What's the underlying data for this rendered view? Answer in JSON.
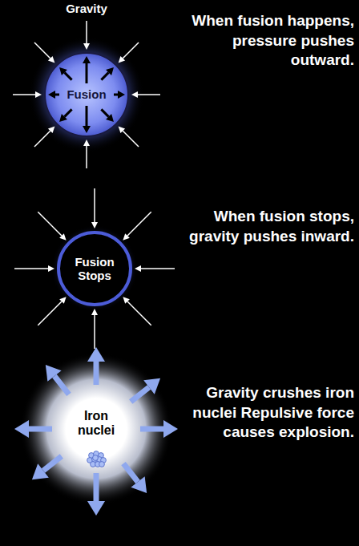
{
  "diagram": {
    "nodes": [
      {
        "text": [
          "Fusion"
        ]
      },
      {
        "text": [
          "Fusion Stops"
        ]
      },
      {
        "text": [
          "Iron nuclei"
        ]
      }
    ],
    "labels": [
      "Gravity",
      "When fusion happens, pressure pushes outward.",
      "When fusion stops, gravity pushes inward.",
      "Gravity crushes iron nuclei Repulsive force causes explosion."
    ]
  }
}
